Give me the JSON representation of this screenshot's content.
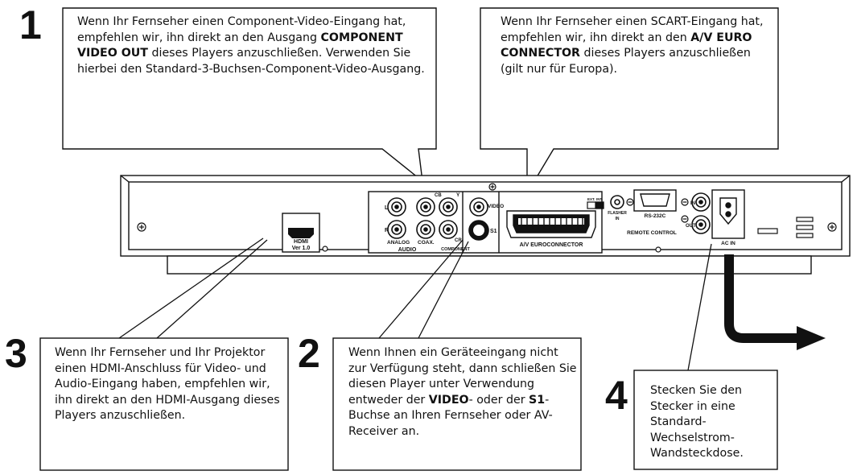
{
  "callouts": [
    {
      "number": "1",
      "parts": [
        {
          "t": "Wenn Ihr Fernseher einen Component-Video-Eingang hat, empfehlen wir, ihn direkt an den Ausgang "
        },
        {
          "t": "COMPONENT VIDEO OUT",
          "bold": true
        },
        {
          "t": " dieses Players anzuschließen. Verwenden Sie hierbei den Standard-3-Buchsen-Component-Video-Ausgang."
        }
      ]
    },
    {
      "number": "",
      "parts": [
        {
          "t": "Wenn Ihr Fernseher einen SCART-Eingang hat, empfehlen wir, ihn direkt an den "
        },
        {
          "t": "A/V EURO CONNECTOR",
          "bold": true
        },
        {
          "t": " dieses Players anzuschließen (gilt nur für Europa)."
        }
      ]
    },
    {
      "number": "3",
      "parts": [
        {
          "t": "Wenn Ihr Fernseher und Ihr Projektor einen HDMI-Anschluss für Video- und Audio-Eingang haben, empfehlen wir, ihn direkt an den HDMI-Ausgang dieses Players anzuschließen."
        }
      ]
    },
    {
      "number": "2",
      "parts": [
        {
          "t": "Wenn Ihnen ein Geräteeingang nicht zur Verfügung steht, dann schließen Sie diesen Player unter Verwendung entweder der "
        },
        {
          "t": "VIDEO",
          "bold": true
        },
        {
          "t": "- oder der "
        },
        {
          "t": "S1",
          "bold": true
        },
        {
          "t": "-Buchse an Ihren Fernseher oder AV-Receiver an."
        }
      ]
    },
    {
      "number": "4",
      "parts": [
        {
          "t": "Stecken Sie den Stecker in eine Standard-Wechselstrom-Wandsteckdose."
        }
      ]
    }
  ],
  "panel_labels": {
    "hdmi": "HDMI",
    "hdmi_ver": "Ver 1.0",
    "audio_l": "L",
    "audio_r": "R",
    "analog": "ANALOG",
    "coax": "COAX.",
    "audio": "AUDIO",
    "cb": "CB",
    "cr": "CR",
    "y": "Y",
    "component": "COMPONENT",
    "video": "VIDEO",
    "s1": "S1",
    "euroconnector": "A/V EUROCONNECTOR",
    "ext": "EXT.",
    "int": "INT.",
    "flasher": "FLASHER",
    "flasher_in": "IN",
    "rs232c": "RS-232C",
    "remote_in": "IN",
    "remote_out": "OUT",
    "remote_control": "REMOTE CONTROL",
    "ac_in": "AC IN"
  }
}
